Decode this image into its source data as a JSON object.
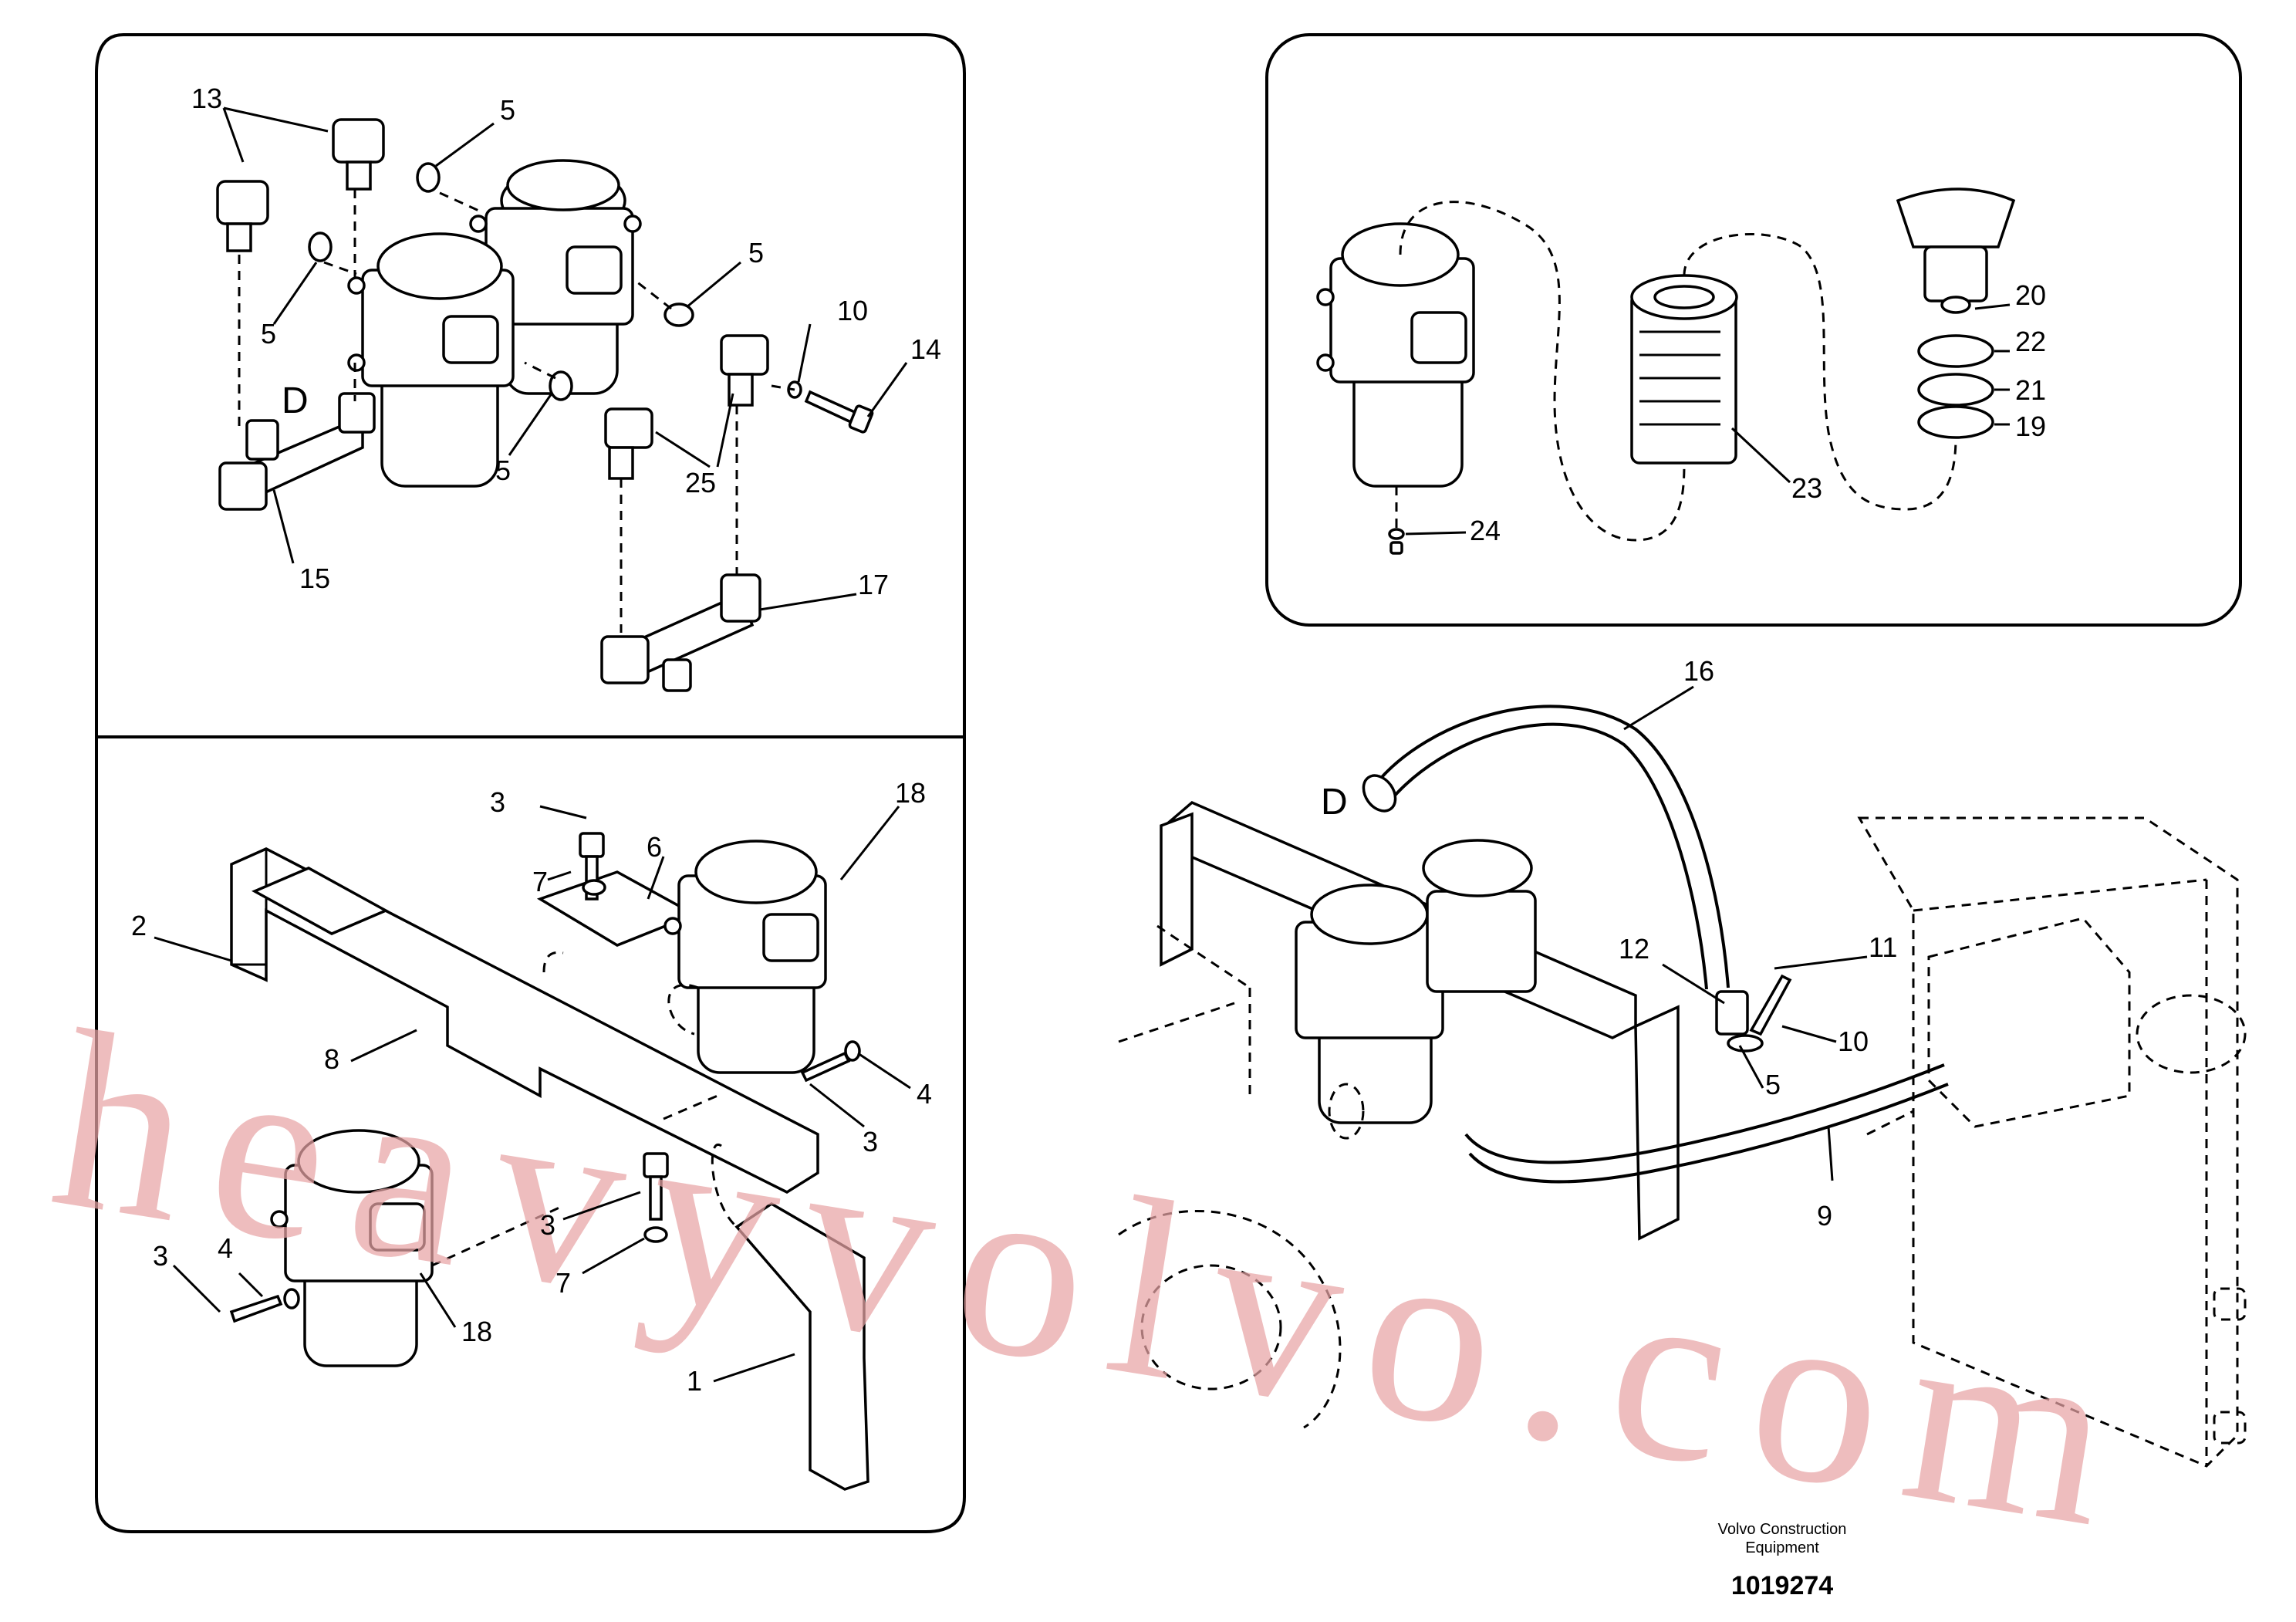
{
  "diagram": {
    "detail_marker": "D",
    "labels": [
      {
        "id": "l13",
        "text": "13"
      },
      {
        "id": "l5a",
        "text": "5"
      },
      {
        "id": "l5b",
        "text": "5"
      },
      {
        "id": "l5c",
        "text": "5"
      },
      {
        "id": "l5d",
        "text": "5"
      },
      {
        "id": "l10a",
        "text": "10"
      },
      {
        "id": "l14",
        "text": "14"
      },
      {
        "id": "l25",
        "text": "25"
      },
      {
        "id": "l15",
        "text": "15"
      },
      {
        "id": "l17",
        "text": "17"
      },
      {
        "id": "l20",
        "text": "20"
      },
      {
        "id": "l22",
        "text": "22"
      },
      {
        "id": "l21",
        "text": "21"
      },
      {
        "id": "l19",
        "text": "19"
      },
      {
        "id": "l23",
        "text": "23"
      },
      {
        "id": "l24",
        "text": "24"
      },
      {
        "id": "l3a",
        "text": "3"
      },
      {
        "id": "l6",
        "text": "6"
      },
      {
        "id": "l18a",
        "text": "18"
      },
      {
        "id": "l2",
        "text": "2"
      },
      {
        "id": "l7a",
        "text": "7"
      },
      {
        "id": "l8",
        "text": "8"
      },
      {
        "id": "l4a",
        "text": "4"
      },
      {
        "id": "l3b",
        "text": "3"
      },
      {
        "id": "l3c",
        "text": "3"
      },
      {
        "id": "l4b",
        "text": "4"
      },
      {
        "id": "l3d",
        "text": "3"
      },
      {
        "id": "l7b",
        "text": "7"
      },
      {
        "id": "l18b",
        "text": "18"
      },
      {
        "id": "l1",
        "text": "1"
      },
      {
        "id": "l16",
        "text": "16"
      },
      {
        "id": "l12",
        "text": "12"
      },
      {
        "id": "l11",
        "text": "11"
      },
      {
        "id": "l10b",
        "text": "10"
      },
      {
        "id": "l5e",
        "text": "5"
      },
      {
        "id": "l9",
        "text": "9"
      }
    ]
  },
  "watermark": "heavyvolvo.com",
  "footer": {
    "line1": "Volvo Construction",
    "line2": "Equipment",
    "drawing_number": "1019274"
  }
}
